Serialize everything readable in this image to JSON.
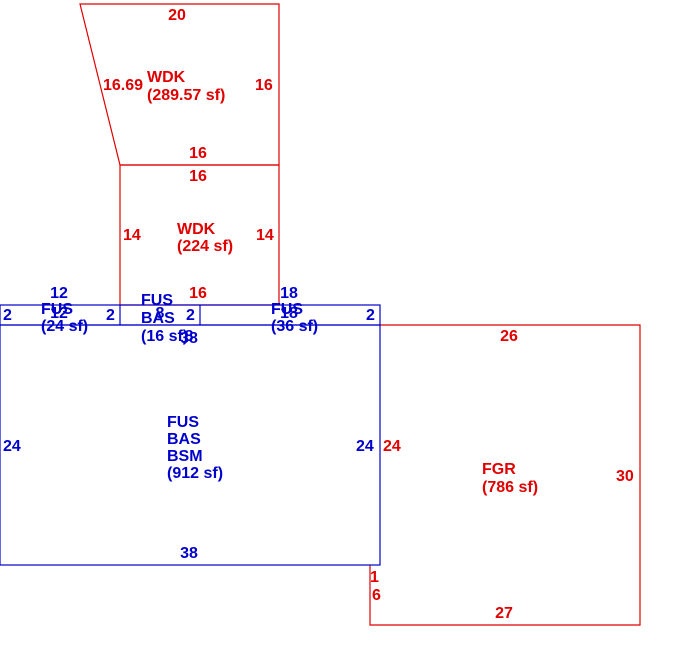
{
  "colors": {
    "red": "#e00000",
    "blue": "#0000cc"
  },
  "areas": {
    "wdk_top": {
      "code": "WDK",
      "size": "(289.57 sf)"
    },
    "wdk_mid": {
      "code": "WDK",
      "size": "(224 sf)"
    },
    "fus_left": {
      "code": "FUS",
      "size": "(24 sf)"
    },
    "fus_bas_small": {
      "code1": "FUS",
      "code2": "BAS",
      "size": "(16 sf)"
    },
    "fus_right": {
      "code": "FUS",
      "size": "(36 sf)"
    },
    "main": {
      "code1": "FUS",
      "code2": "BAS",
      "code3": "BSM",
      "size": "(912 sf)"
    },
    "fgr": {
      "code": "FGR",
      "size": "(786 sf)"
    }
  },
  "dims": {
    "wdk_top_top": "20",
    "wdk_top_left": "16.69",
    "wdk_top_right": "16",
    "wdk_top_bottom": "16",
    "wdk_mid_top": "16",
    "wdk_mid_left": "14",
    "wdk_mid_right": "14",
    "wdk_mid_bottom": "16",
    "fus_left_top": "12",
    "fus_left_bottom": "12",
    "fus_left_side_left": "2",
    "fus_left_side_right": "2",
    "fus_small_top": "8",
    "fus_small_right": "2",
    "fus_small_bottom": "8",
    "fus_right_top": "18",
    "fus_right_bottom": "18",
    "fus_right_side": "2",
    "main_top": "38",
    "main_left": "24",
    "main_right": "24",
    "main_bottom": "38",
    "fgr_top": "26",
    "fgr_left": "24",
    "fgr_right": "30",
    "fgr_bottom": "27",
    "fgr_jog_a": "1",
    "fgr_jog_b": "6"
  }
}
